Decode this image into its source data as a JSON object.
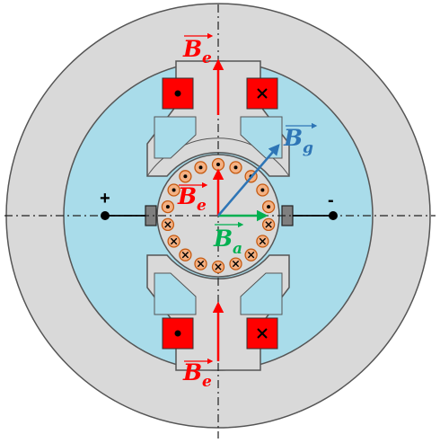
{
  "labels": {
    "be_top": {
      "main": "B",
      "sub": "e"
    },
    "be_mid": {
      "main": "B",
      "sub": "e"
    },
    "be_bottom": {
      "main": "B",
      "sub": "e"
    },
    "bg": {
      "main": "B",
      "sub": "g"
    },
    "ba": {
      "main": "B",
      "sub": "a"
    },
    "plus": "+",
    "minus": "-"
  },
  "colors": {
    "stator_gray": "#d9d9d9",
    "yoke_blue": "#a9dcea",
    "outline": "#555555",
    "field_red": "#ff0000",
    "gap_blue": "#2e75b6",
    "armature_green": "#00b050",
    "conductor_fill": "#f4b183",
    "conductor_edge": "#c55a11",
    "brush": "#7f7f7f"
  },
  "icons": {
    "current_out": "dot-icon",
    "current_in": "cross-icon"
  }
}
